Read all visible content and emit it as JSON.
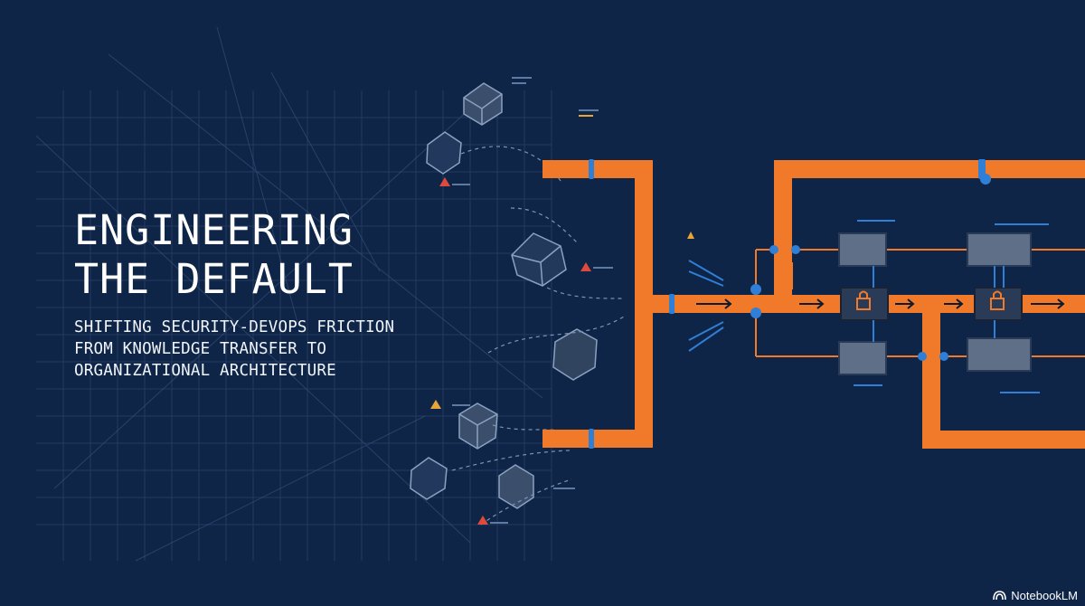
{
  "slide": {
    "title_line1": "ENGINEERING",
    "title_line2": "THE DEFAULT",
    "subtitle_line1": "SHIFTING SECURITY-DEVOPS FRICTION",
    "subtitle_line2": "FROM KNOWLEDGE TRANSFER TO",
    "subtitle_line3": "ORGANIZATIONAL ARCHITECTURE"
  },
  "brand": {
    "label": "NotebookLM",
    "icon": "notebooklm-logo-icon"
  },
  "colors": {
    "background": "#0f2547",
    "grid": "#2a4269",
    "pipe": "#f07a2a",
    "accent_blue": "#2f7fd6",
    "warning": "#e04a3c",
    "text": "#ffffff"
  }
}
